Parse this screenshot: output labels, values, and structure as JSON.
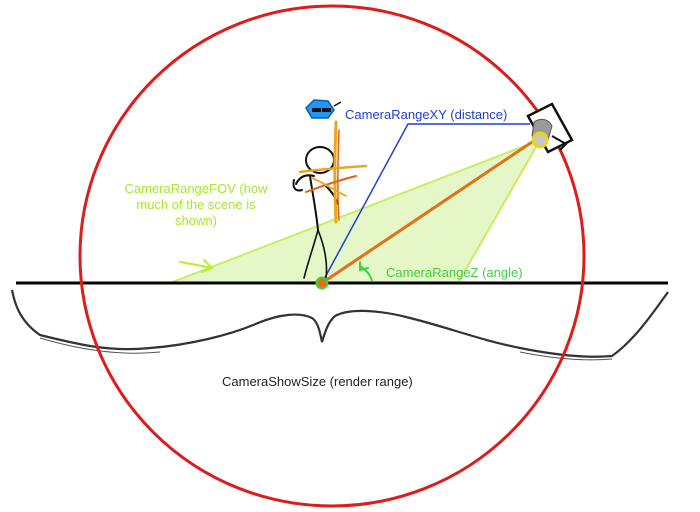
{
  "labels": {
    "range_xy": "CameraRangeXY (distance)",
    "range_fov": "CameraRangeFOV (how much of the scene is shown)",
    "range_z": "CameraRangeZ (angle)",
    "show_size": "CameraShowSize (render range)"
  },
  "colors": {
    "circle": "#dd1c1c",
    "ground": "#000000",
    "range_xy": "#1f3fd6",
    "range_fov": "#b5f02a",
    "range_fov_fill": "#d9f5b8",
    "range_z": "#3ed13e",
    "sight_line": "#e0701a",
    "show_size": "#333333",
    "character": "#e8a81c"
  },
  "icons": {
    "camera": "camera-icon",
    "figure": "stick-figure-icon",
    "hat": "blue-hat-icon"
  }
}
